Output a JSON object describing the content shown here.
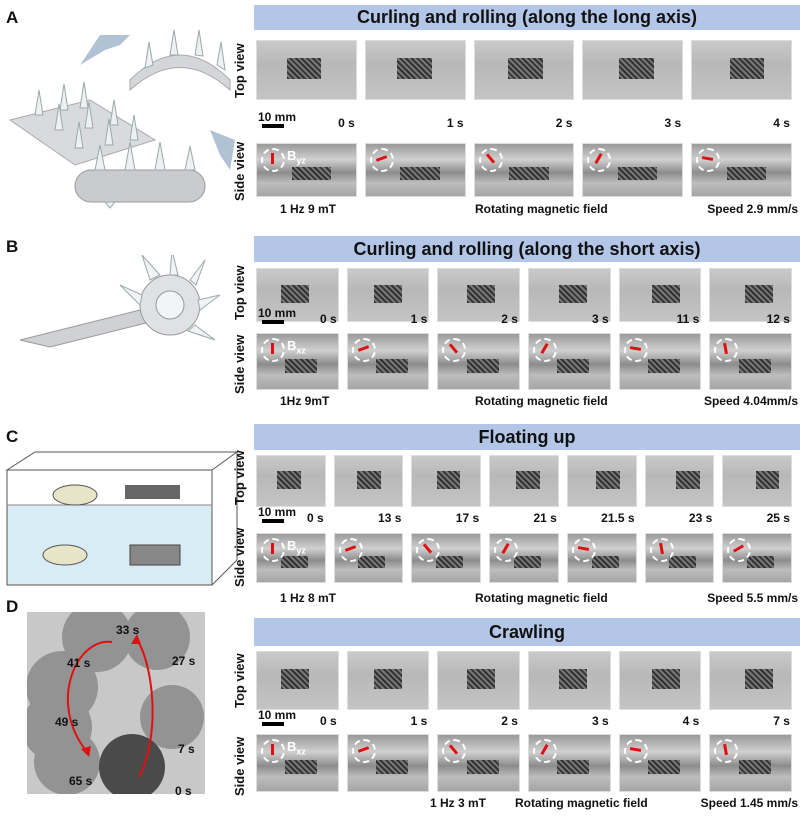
{
  "view_labels": {
    "top": "Top view",
    "side": "Side view"
  },
  "scale_label": "10 mm",
  "panels": [
    {
      "letter": "A",
      "title": "Curling and rolling (along the long axis)",
      "times": [
        "0 s",
        "1 s",
        "2 s",
        "3 s",
        "4 s"
      ],
      "field": {
        "main": "B",
        "sub": "yz"
      },
      "bottom": {
        "params": "1 Hz  9 mT",
        "mode": "Rotating magnetic field",
        "speed": "Speed 2.9 mm/s"
      }
    },
    {
      "letter": "B",
      "title": "Curling and rolling (along the short axis)",
      "times": [
        "0 s",
        "1 s",
        "2 s",
        "3 s",
        "11 s",
        "12 s"
      ],
      "field": {
        "main": "B",
        "sub": "xz"
      },
      "bottom": {
        "params": "1Hz  9mT",
        "mode": "Rotating magnetic field",
        "speed": "Speed 4.04mm/s"
      }
    },
    {
      "letter": "C",
      "title": "Floating up",
      "times": [
        "0 s",
        "13 s",
        "17 s",
        "21 s",
        "21.5 s",
        "23 s",
        "25 s"
      ],
      "field": {
        "main": "B",
        "sub": "yz"
      },
      "bottom": {
        "params": "1 Hz  8 mT",
        "mode": "Rotating magnetic field",
        "speed": "Speed 5.5 mm/s"
      }
    },
    {
      "letter": "D",
      "title": "Crawling",
      "times": [
        "0 s",
        "1 s",
        "2 s",
        "3 s",
        "4 s",
        "7 s"
      ],
      "field": {
        "main": "B",
        "sub": "xz"
      },
      "bottom": {
        "params": "1 Hz  3 mT",
        "mode": "Rotating magnetic field",
        "speed": "Speed 1.45 mm/s"
      }
    }
  ],
  "panel_d_photo_times": [
    "33 s",
    "41 s",
    "27 s",
    "49 s",
    "7 s",
    "65 s",
    "0 s"
  ],
  "colors": {
    "header": "#b3c6e7",
    "arrow": "#e01010"
  }
}
